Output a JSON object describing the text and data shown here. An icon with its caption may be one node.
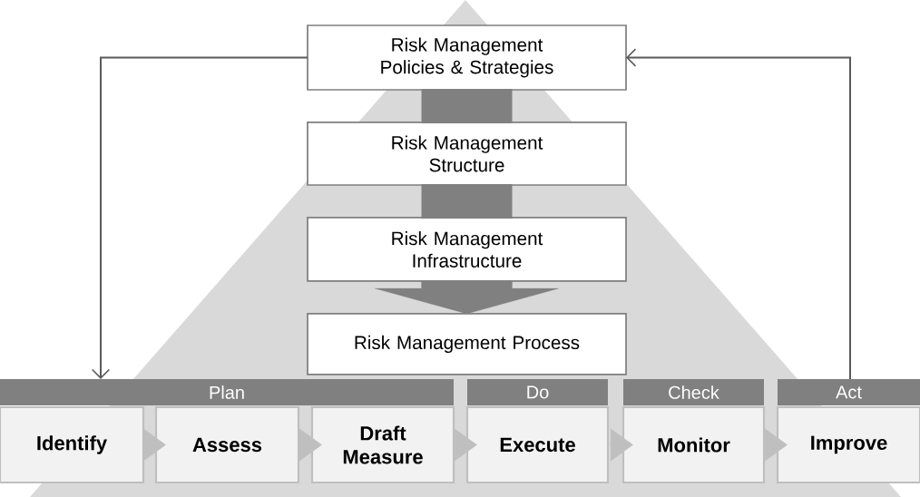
{
  "diagram": {
    "nodes": [
      {
        "text": [
          "Risk Management Policies & Strategies"
        ]
      },
      {
        "text": [
          "Risk Management Structure"
        ]
      },
      {
        "text": [
          "Risk Management Infrastructure"
        ]
      },
      {
        "text": [
          "Risk Management Process"
        ]
      },
      {
        "text": [
          "Plan"
        ]
      },
      {
        "text": [
          "Do"
        ]
      },
      {
        "text": [
          "Check"
        ]
      },
      {
        "text": [
          "Act"
        ]
      },
      {
        "text": [
          "Identify"
        ]
      },
      {
        "text": [
          "Assess"
        ]
      },
      {
        "text": [
          "Draft Measure"
        ]
      },
      {
        "text": [
          "Execute"
        ]
      },
      {
        "text": [
          "Monitor"
        ]
      },
      {
        "text": [
          "Improve"
        ]
      }
    ],
    "edges": [
      {
        "from": 0,
        "to": 1,
        "arrow": "none",
        "style": "thick",
        "color": "#808080"
      },
      {
        "from": 1,
        "to": 2,
        "arrow": "none",
        "style": "thick",
        "color": "#808080"
      },
      {
        "from": 2,
        "to": 3,
        "arrow": "to",
        "style": "thick",
        "color": "#808080"
      },
      {
        "from": 8,
        "to": 9,
        "arrow": "to"
      },
      {
        "from": 9,
        "to": 10,
        "arrow": "to"
      },
      {
        "from": 10,
        "to": 11,
        "arrow": "to"
      },
      {
        "from": 11,
        "to": 12,
        "arrow": "to"
      },
      {
        "from": 12,
        "to": 13,
        "arrow": "to"
      },
      {
        "from": 0,
        "to": 4,
        "arrow": "to",
        "color": "#595959"
      },
      {
        "from": 7,
        "to": 0,
        "arrow": "to",
        "color": "#595959"
      }
    ]
  }
}
